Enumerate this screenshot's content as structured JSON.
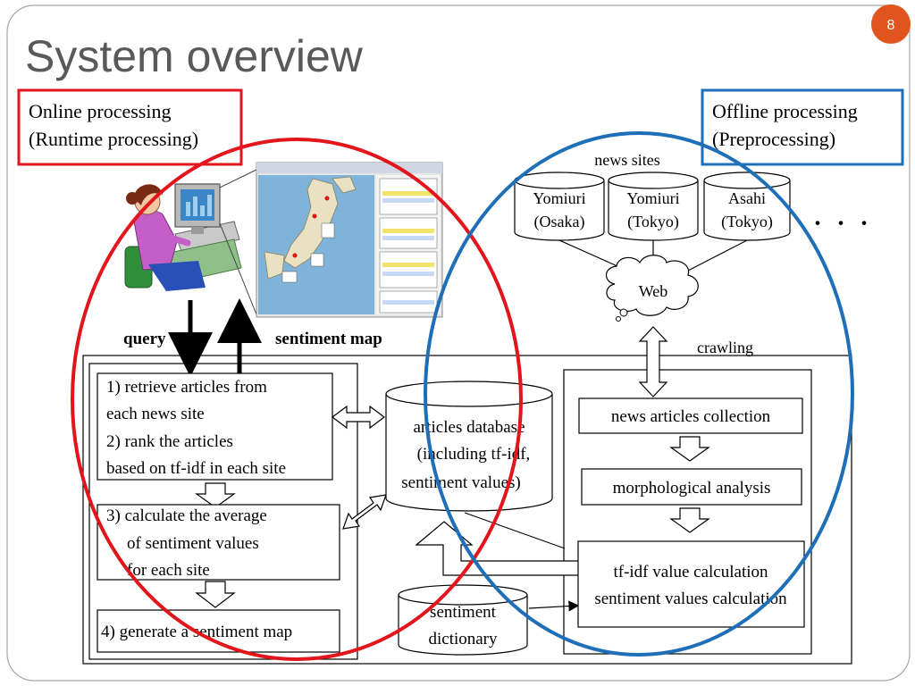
{
  "slide": {
    "title": "System overview",
    "page_number": "8"
  },
  "labels": {
    "online_line1": "Online processing",
    "online_line2": "(Runtime processing)",
    "offline_line1": "Offline processing",
    "offline_line2": "(Preprocessing)",
    "news_sites": "news sites",
    "ellipsis": "・・・",
    "web": "Web",
    "query": "query",
    "sentiment_map": "sentiment map",
    "crawling": "crawling"
  },
  "sites": [
    {
      "line1": "Yomiuri",
      "line2": "(Osaka)"
    },
    {
      "line1": "Yomiuri",
      "line2": "(Tokyo)"
    },
    {
      "line1": "Asahi",
      "line2": "(Tokyo)"
    }
  ],
  "online_steps": {
    "step1_line1": "1) retrieve articles from",
    "step1_line2": "each news site",
    "step1_line3": "2) rank the articles",
    "step1_line4": "based on tf-idf in each site",
    "step3_line1": "3) calculate the average",
    "step3_line2": "of sentiment values",
    "step3_line3": "for each site",
    "step4": "4) generate a sentiment map"
  },
  "database": {
    "line1": "articles database",
    "line2": "(including tf-idf,",
    "line3": "sentiment values)"
  },
  "dictionary": {
    "line1": "sentiment",
    "line2": "dictionary"
  },
  "offline_steps": {
    "collection": "news articles collection",
    "morph": "morphological analysis",
    "calc_line1": "tf-idf value calculation",
    "calc_line2": "sentiment values calculation"
  },
  "colors": {
    "online_accent": "#e2141c",
    "offline_accent": "#1e6fb8",
    "title": "#595959",
    "badge": "#e2541e"
  }
}
